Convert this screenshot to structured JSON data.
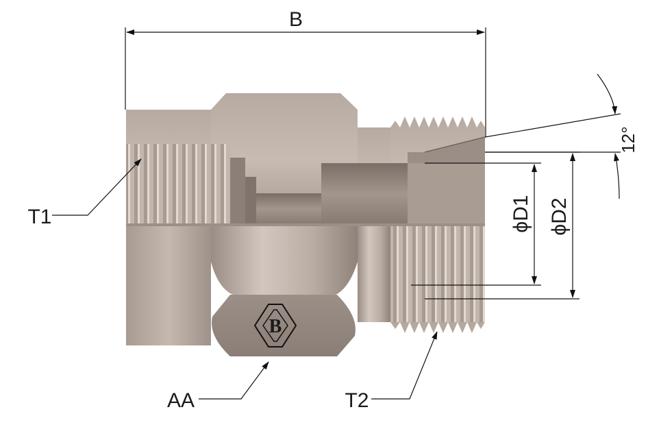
{
  "labels": {
    "length_b": "B",
    "thread_t1": "T1",
    "thread_t2": "T2",
    "hex_aa": "AA",
    "bore_d1": "ϕD1",
    "bore_d2": "ϕD2",
    "angle": "12°"
  },
  "logo_text": "B",
  "colors": {
    "body_light": "#c9bdb4",
    "body_mid": "#b3a69d",
    "body_dark": "#8f837b",
    "section": "#a0938a",
    "bore_shadow": "#6f645d",
    "line": "#111111"
  }
}
